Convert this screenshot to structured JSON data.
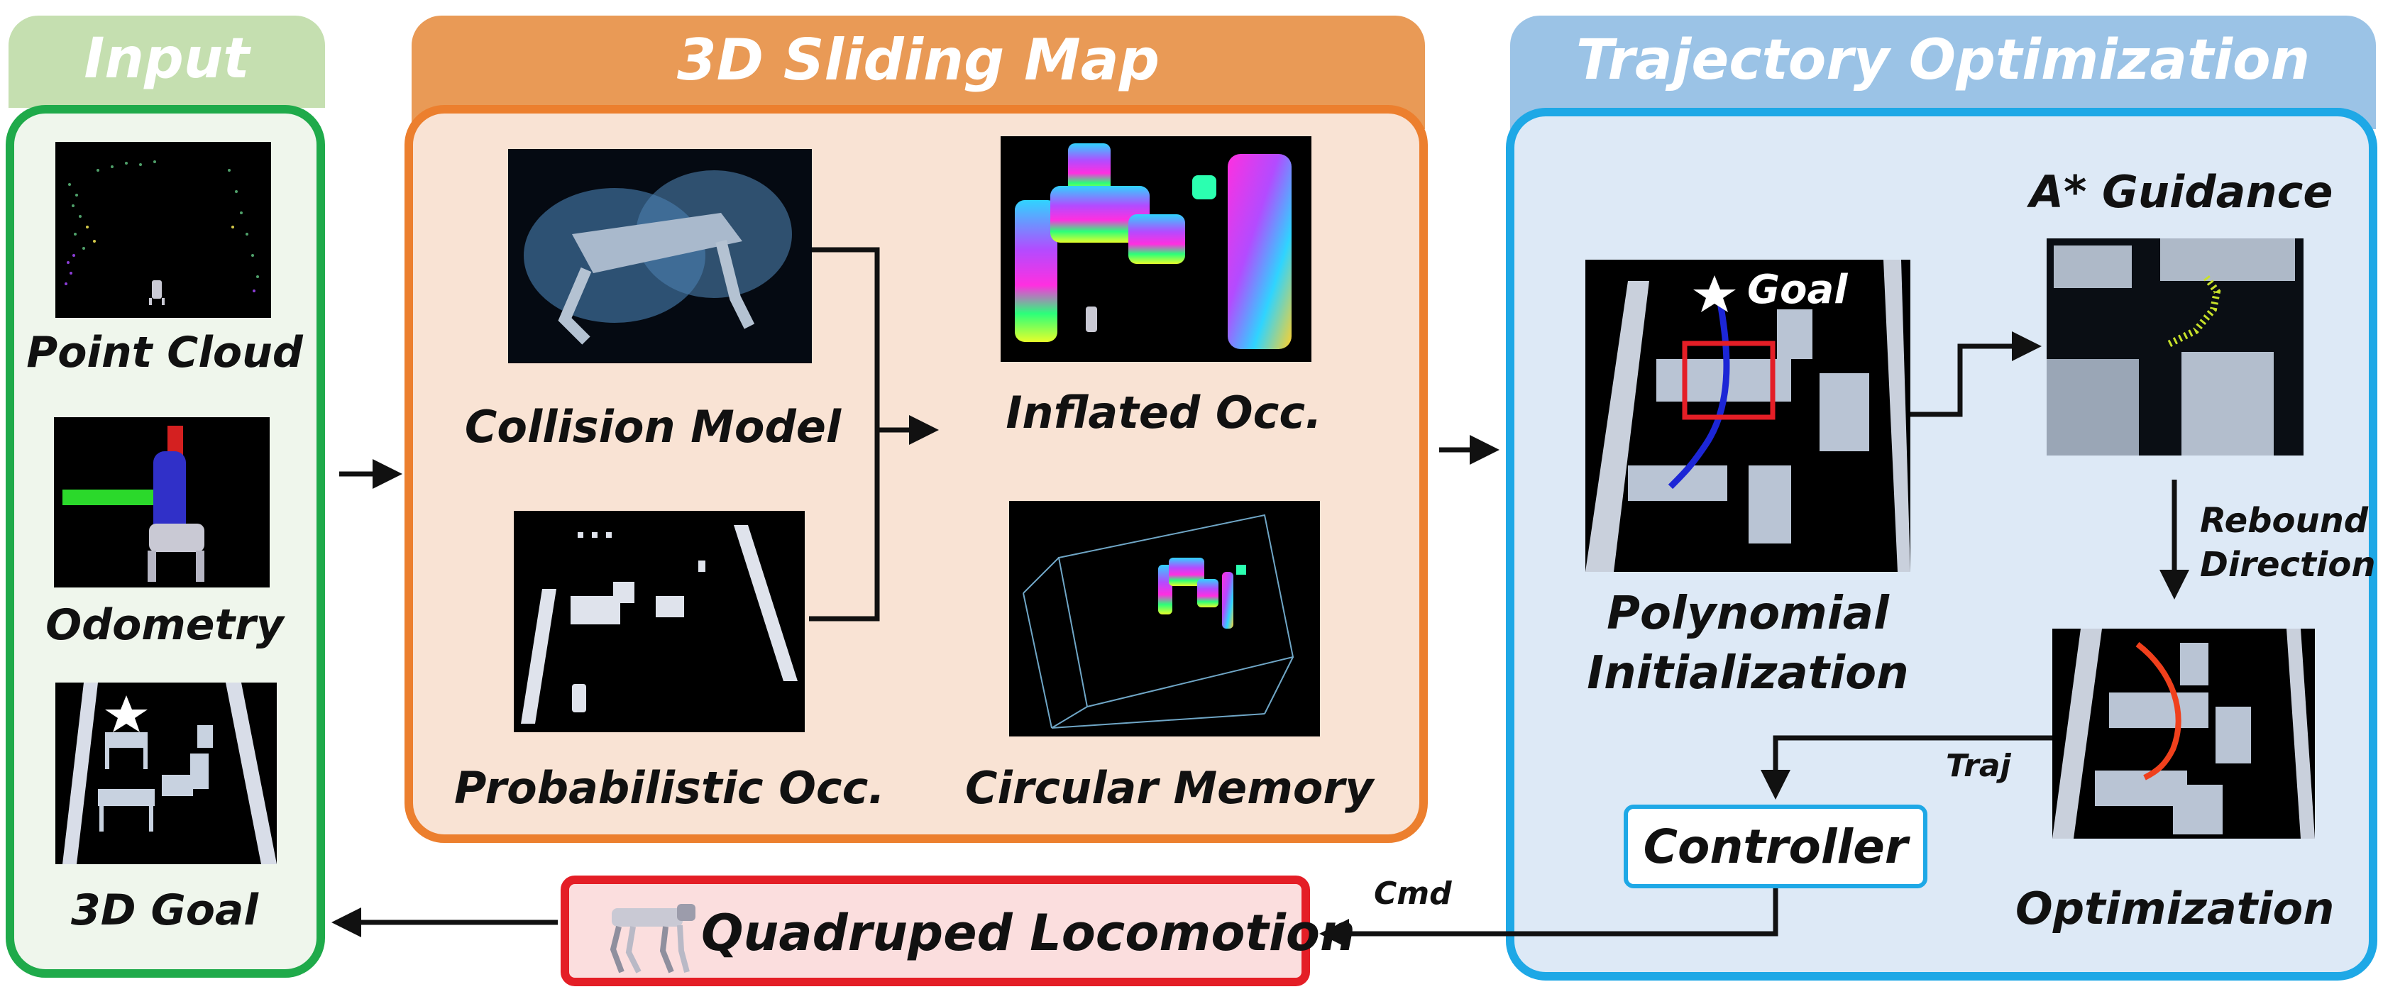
{
  "sections": {
    "input": {
      "title": "Input",
      "items": [
        "Point Cloud",
        "Odometry",
        "3D Goal"
      ]
    },
    "sliding_map": {
      "title": "3D Sliding Map",
      "items": [
        "Collision Model",
        "Probabilistic Occ.",
        "Inflated Occ.",
        "Circular Memory"
      ]
    },
    "trajectory": {
      "title": "Trajectory Optimization",
      "goal_label": "Goal",
      "init_line1": "Polynomial",
      "init_line2": "Initialization",
      "guidance": "A* Guidance",
      "rebound_line1": "Rebound",
      "rebound_line2": "Direction",
      "traj": "Traj",
      "optimization": "Optimization",
      "controller": "Controller"
    }
  },
  "bottom": {
    "cmd": "Cmd",
    "locomotion": "Quadruped Locomotion"
  },
  "colors": {
    "input_tab": "#c5dfb0",
    "input_border": "#1faa4a",
    "input_fill": "#eff6ec",
    "map_tab": "#e99a56",
    "map_border": "#ec7f2e",
    "map_fill": "#f9e3d4",
    "traj_tab": "#9bc3e6",
    "traj_border": "#1ea8e6",
    "traj_fill": "#dde9f6",
    "locomotion_border": "#e41e26",
    "locomotion_fill": "#fbdede"
  }
}
